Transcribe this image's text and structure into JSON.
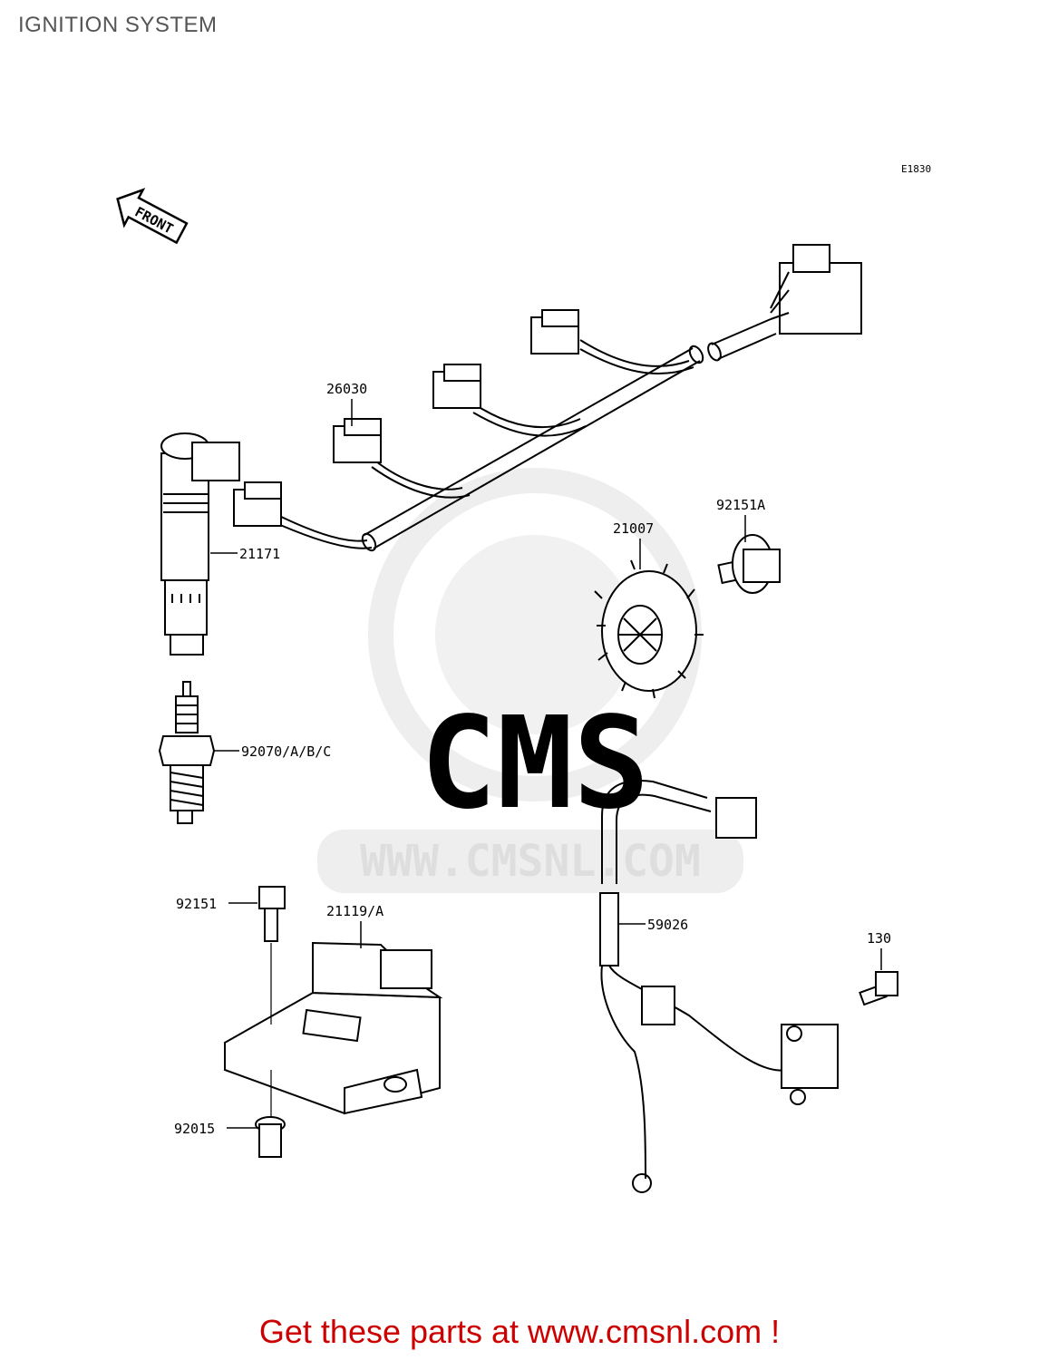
{
  "page": {
    "title": "IGNITION SYSTEM"
  },
  "diagram": {
    "code": "E1830",
    "front_label": "FRONT",
    "watermark": {
      "brand": "CMS",
      "url": "WWW.CMSNL.COM"
    },
    "callouts": [
      {
        "id": "26030",
        "label": "26030"
      },
      {
        "id": "21171",
        "label": "21171"
      },
      {
        "id": "21007",
        "label": "21007"
      },
      {
        "id": "92151A",
        "label": "92151A"
      },
      {
        "id": "92070",
        "label": "92070/A/B/C"
      },
      {
        "id": "92151",
        "label": "92151"
      },
      {
        "id": "21119",
        "label": "21119/A"
      },
      {
        "id": "59026",
        "label": "59026"
      },
      {
        "id": "130",
        "label": "130"
      },
      {
        "id": "92015",
        "label": "92015"
      }
    ]
  },
  "footer": {
    "promo": "Get these parts at www.cmsnl.com !"
  },
  "colors": {
    "promo": "#cc0000",
    "title": "#555555",
    "watermark": "#eaeaea"
  }
}
